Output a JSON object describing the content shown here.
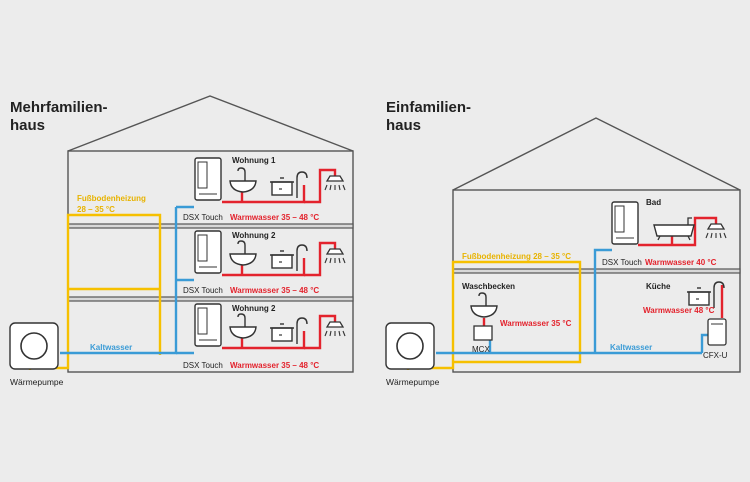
{
  "colors": {
    "background": "#ececec",
    "house_line": "#555555",
    "cold_water": "#3a9bd6",
    "warm_water": "#e3232d",
    "floor_heating": "#f6c000",
    "text_dark": "#222222",
    "text_yellow": "#e8b300"
  },
  "left_house": {
    "title_line1": "Mehrfamilien-",
    "title_line2": "haus",
    "floor_heating_line1": "Fußbodenheizung",
    "floor_heating_line2": "28 – 35 °C",
    "cold_water": "Kaltwasser",
    "heat_pump": "Wärmepumpe",
    "floors": [
      {
        "apartment": "Wohnung 1",
        "device": "DSX Touch",
        "warm_water": "Warmwasser 35 – 48 °C"
      },
      {
        "apartment": "Wohnung 2",
        "device": "DSX Touch",
        "warm_water": "Warmwasser 35 – 48 °C"
      },
      {
        "apartment": "Wohnung 2",
        "device": "DSX Touch",
        "warm_water": "Warmwasser 35 – 48 °C"
      }
    ]
  },
  "right_house": {
    "title_line1": "Einfamilien-",
    "title_line2": "haus",
    "floor_heating": "Fußbodenheizung 28 – 35 °C",
    "cold_water": "Kaltwasser",
    "heat_pump": "Wärmepumpe",
    "bad": {
      "room": "Bad",
      "device": "DSX Touch",
      "warm_water": "Warmwasser 40 °C"
    },
    "waschbecken": {
      "room": "Waschbecken",
      "device": "MCX",
      "warm_water": "Warmwasser 35 °C"
    },
    "kueche": {
      "room": "Küche",
      "device": "CFX-U",
      "warm_water": "Warmwasser 48 °C"
    }
  },
  "icons": [
    "heat-pump-icon",
    "water-heater-icon",
    "sink-icon",
    "cooking-pot-icon",
    "shower-icon",
    "bathtub-icon"
  ]
}
